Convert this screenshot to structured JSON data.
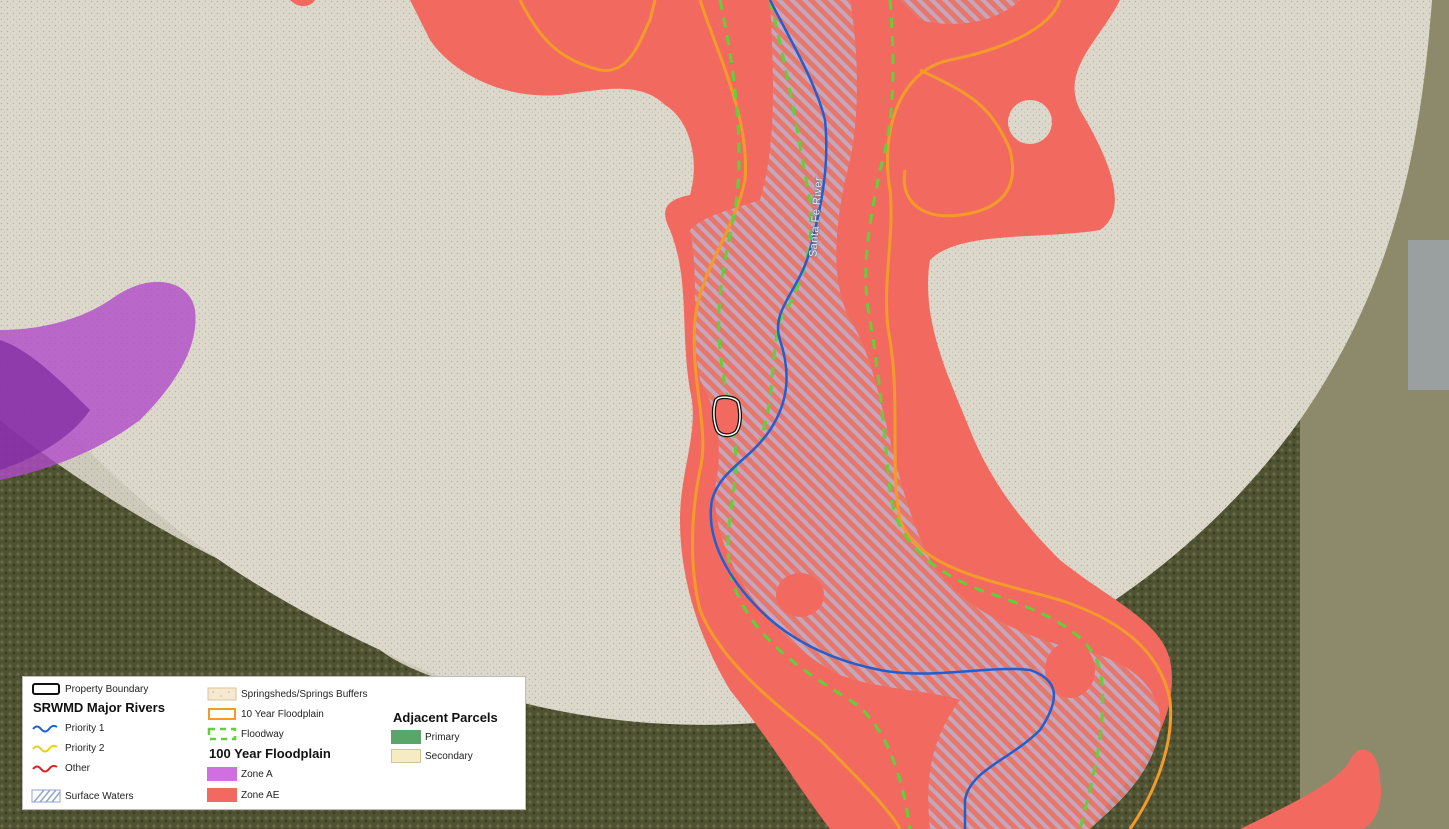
{
  "map": {
    "river_label": "Santa Fe River",
    "colors": {
      "background_land": "#d7d3c6",
      "springsheds": "#f5efd8",
      "zone_ae": "#f26a5f",
      "zone_a": "#b14bc9",
      "floodplain_10yr": "#f39b2a",
      "floodway": "#5fd13a",
      "river_priority1": "#1f5fd1",
      "surface_waters_hatch": "#a9bde0",
      "forest": "#4e5230"
    }
  },
  "legend": {
    "property_boundary": "Property Boundary",
    "major_rivers_title": "SRWMD Major Rivers",
    "priority1": "Priority 1",
    "priority2": "Priority 2",
    "other": "Other",
    "surface_waters": "Surface Waters",
    "springsheds": "Springsheds/Springs Buffers",
    "floodplain_10": "10 Year Floodplain",
    "floodway": "Floodway",
    "floodplain_100_title": "100 Year Floodplain",
    "zone_a": "Zone A",
    "zone_ae": "Zone AE",
    "adjacent_title": "Adjacent Parcels",
    "primary": "Primary",
    "secondary": "Secondary"
  }
}
